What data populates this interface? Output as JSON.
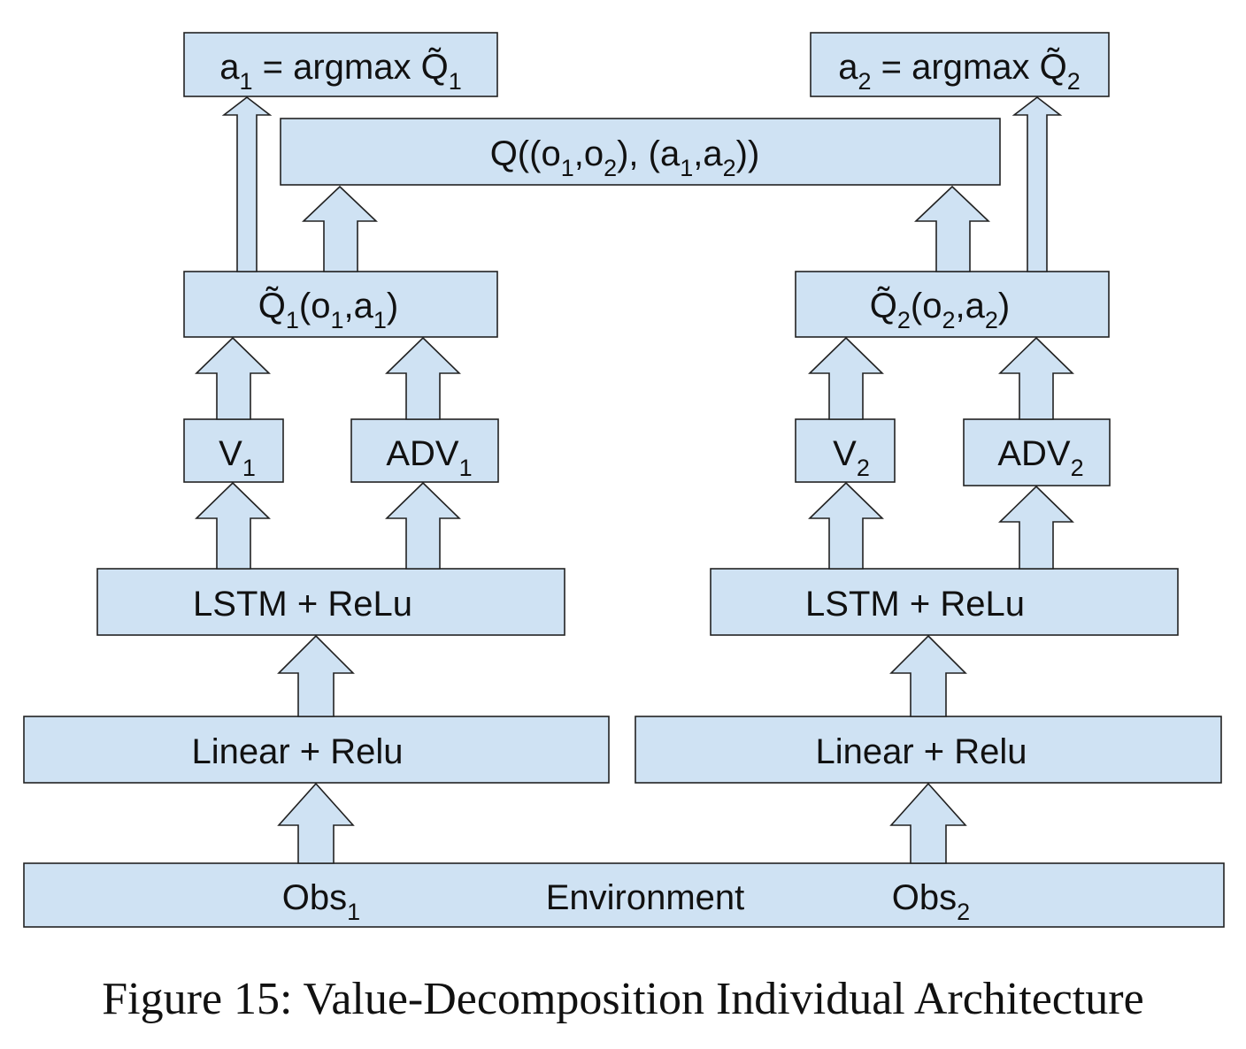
{
  "diagram": {
    "colors": {
      "box_fill": "#cfe2f3",
      "stroke": "#222222"
    },
    "nodes": {
      "a1_argmax": {
        "parts": [
          {
            "t": "a"
          },
          {
            "t": "1",
            "sub": true
          },
          {
            "t": " = argmax Q̃"
          },
          {
            "t": "1",
            "sub": true
          }
        ]
      },
      "a2_argmax": {
        "parts": [
          {
            "t": "a"
          },
          {
            "t": "2",
            "sub": true
          },
          {
            "t": " = argmax Q̃"
          },
          {
            "t": "2",
            "sub": true
          }
        ]
      },
      "q_joint": {
        "parts": [
          {
            "t": "Q((o"
          },
          {
            "t": "1",
            "sub": true
          },
          {
            "t": ",o"
          },
          {
            "t": "2",
            "sub": true
          },
          {
            "t": "), (a"
          },
          {
            "t": "1",
            "sub": true
          },
          {
            "t": ",a"
          },
          {
            "t": "2",
            "sub": true
          },
          {
            "t": "))"
          }
        ]
      },
      "q1_tilde": {
        "parts": [
          {
            "t": "Q̃"
          },
          {
            "t": "1",
            "sub": true
          },
          {
            "t": "(o"
          },
          {
            "t": "1",
            "sub": true
          },
          {
            "t": ",a"
          },
          {
            "t": "1",
            "sub": true
          },
          {
            "t": ")"
          }
        ]
      },
      "q2_tilde": {
        "parts": [
          {
            "t": "Q̃"
          },
          {
            "t": "2",
            "sub": true
          },
          {
            "t": "(o"
          },
          {
            "t": "2",
            "sub": true
          },
          {
            "t": ",a"
          },
          {
            "t": "2",
            "sub": true
          },
          {
            "t": ")"
          }
        ]
      },
      "v1": {
        "parts": [
          {
            "t": "V"
          },
          {
            "t": "1",
            "sub": true
          }
        ]
      },
      "adv1": {
        "parts": [
          {
            "t": "ADV"
          },
          {
            "t": "1",
            "sub": true
          }
        ]
      },
      "v2": {
        "parts": [
          {
            "t": "V"
          },
          {
            "t": "2",
            "sub": true
          }
        ]
      },
      "adv2": {
        "parts": [
          {
            "t": "ADV"
          },
          {
            "t": "2",
            "sub": true
          }
        ]
      },
      "lstm1": {
        "parts": [
          {
            "t": "LSTM + ReLu"
          }
        ]
      },
      "lstm2": {
        "parts": [
          {
            "t": "LSTM + ReLu"
          }
        ]
      },
      "linear1": {
        "parts": [
          {
            "t": "Linear + Relu"
          }
        ]
      },
      "linear2": {
        "parts": [
          {
            "t": "Linear + Relu"
          }
        ]
      },
      "obs1": {
        "parts": [
          {
            "t": "Obs"
          },
          {
            "t": "1",
            "sub": true
          }
        ]
      },
      "environment": {
        "parts": [
          {
            "t": "Environment"
          }
        ]
      },
      "obs2": {
        "parts": [
          {
            "t": "Obs"
          },
          {
            "t": "2",
            "sub": true
          }
        ]
      }
    }
  },
  "caption": "Figure 15: Value-Decomposition Individual Architecture"
}
